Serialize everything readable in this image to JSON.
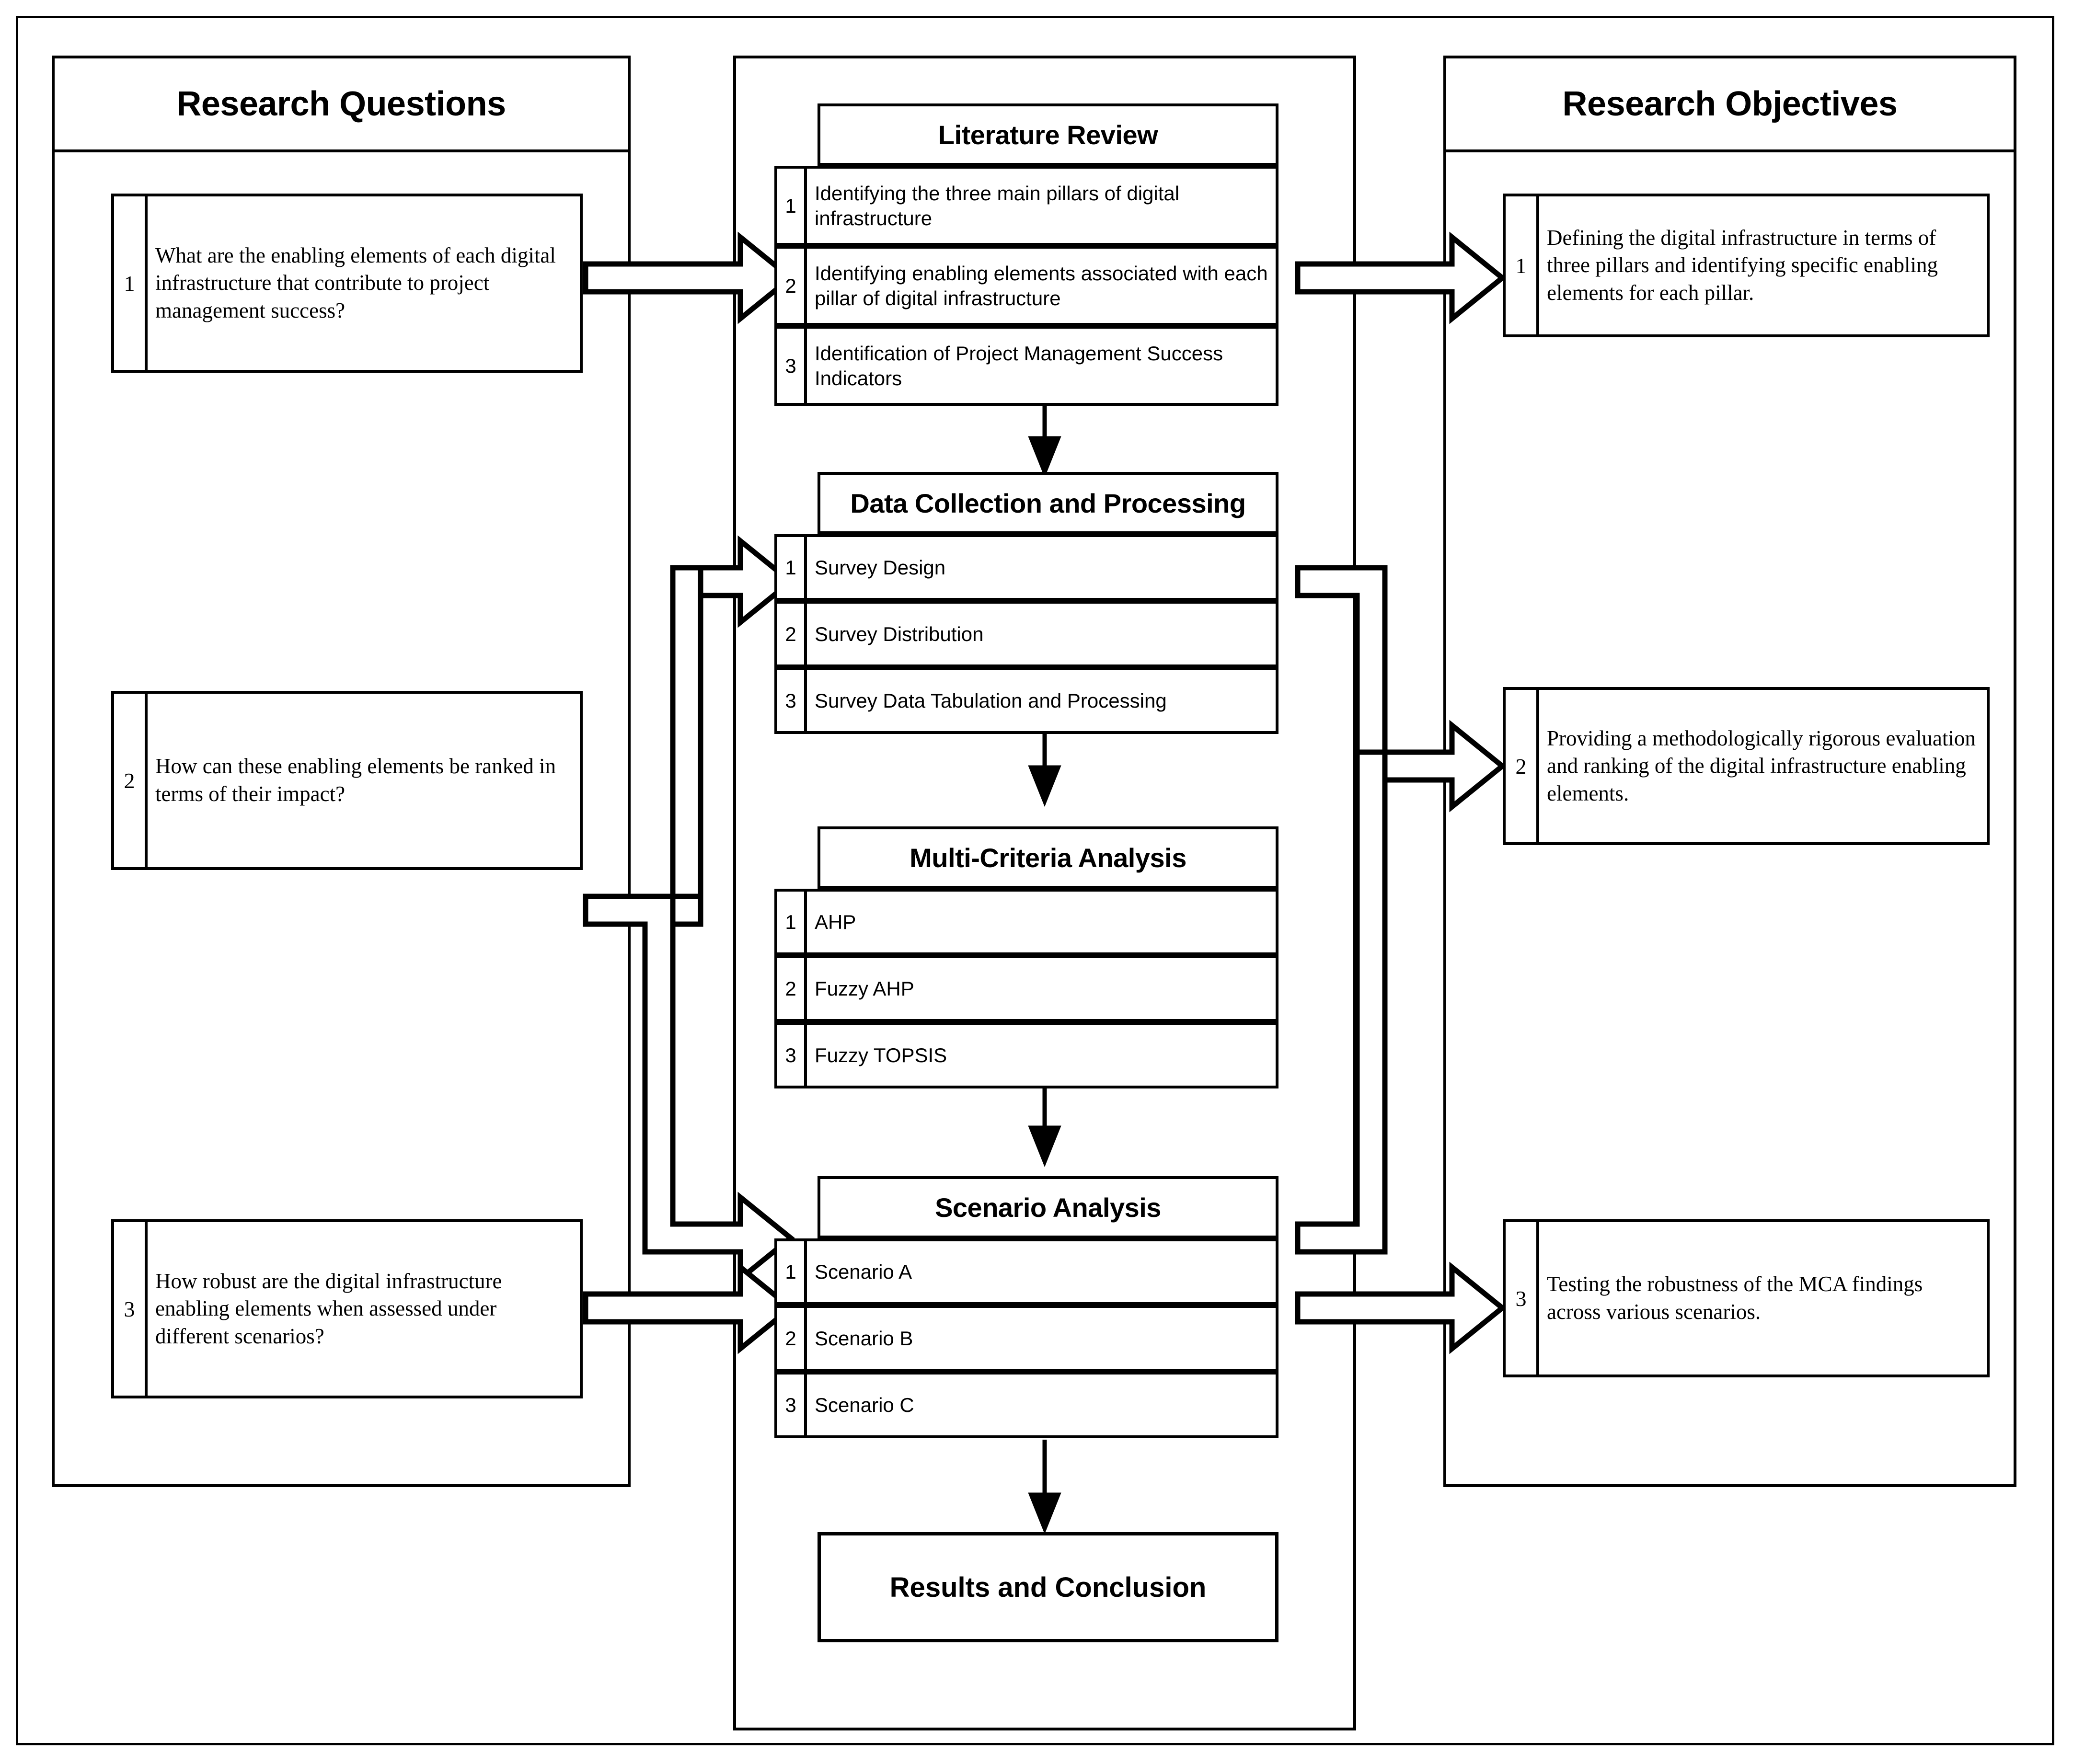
{
  "left_panel": {
    "title": "Research Questions",
    "items": [
      {
        "num": "1",
        "text": "What are the enabling elements of each digital infrastructure that contribute to project management success?"
      },
      {
        "num": "2",
        "text": "How can these enabling elements be ranked in terms of their impact?"
      },
      {
        "num": "3",
        "text": "How robust are the digital infrastructure enabling elements when assessed under different scenarios?"
      }
    ]
  },
  "right_panel": {
    "title": "Research Objectives",
    "items": [
      {
        "num": "1",
        "text": "Defining the digital infrastructure in terms of three pillars and identifying specific enabling elements for each pillar."
      },
      {
        "num": "2",
        "text": "Providing a methodologically rigorous evaluation and ranking of the digital infrastructure enabling elements."
      },
      {
        "num": "3",
        "text": "Testing the robustness of the MCA findings across various scenarios."
      }
    ]
  },
  "center_panel": {
    "stages": [
      {
        "title": "Literature Review",
        "items": [
          {
            "num": "1",
            "text": "Identifying the three main pillars of digital infrastructure"
          },
          {
            "num": "2",
            "text": "Identifying enabling elements associated with each pillar of digital infrastructure"
          },
          {
            "num": "3",
            "text": "Identification of Project Management Success Indicators"
          }
        ]
      },
      {
        "title": "Data Collection and Processing",
        "items": [
          {
            "num": "1",
            "text": "Survey Design"
          },
          {
            "num": "2",
            "text": "Survey Distribution"
          },
          {
            "num": "3",
            "text": "Survey Data Tabulation and Processing"
          }
        ]
      },
      {
        "title": "Multi-Criteria Analysis",
        "items": [
          {
            "num": "1",
            "text": "AHP"
          },
          {
            "num": "2",
            "text": "Fuzzy AHP"
          },
          {
            "num": "3",
            "text": "Fuzzy TOPSIS"
          }
        ]
      },
      {
        "title": "Scenario Analysis",
        "items": [
          {
            "num": "1",
            "text": "Scenario A"
          },
          {
            "num": "2",
            "text": "Scenario B"
          },
          {
            "num": "3",
            "text": "Scenario C"
          }
        ]
      }
    ],
    "final": "Results and Conclusion"
  },
  "colors": {
    "stroke": "#000000",
    "background": "#ffffff"
  }
}
